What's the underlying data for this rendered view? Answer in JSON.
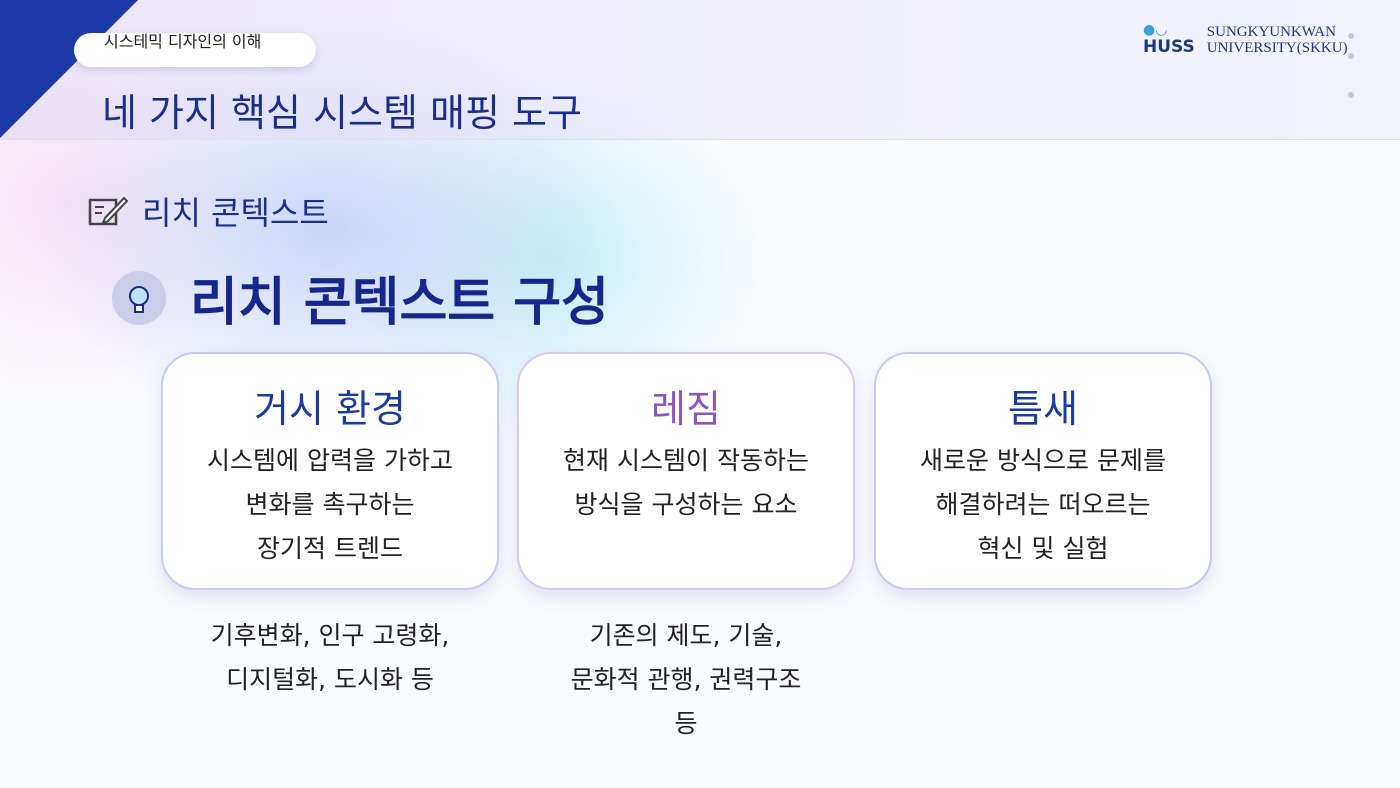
{
  "header": {
    "course": "시스테믹 디자인의 이해",
    "title": "네 가지 핵심 시스템 매핑 도구"
  },
  "logo": {
    "mark": "HUSS",
    "university_line1": "SUNGKYUNKWAN",
    "university_line2": "UNIVERSITY(SKKU)"
  },
  "section": {
    "label": "리치 콘텍스트"
  },
  "subtitle": "리치 콘텍스트 구성",
  "cards": [
    {
      "title": "거시 환경",
      "lines": [
        "시스템에 압력을 가하고",
        "변화를 촉구하는",
        "장기적 트렌드"
      ],
      "note": [
        "기후변화, 인구 고령화,",
        "디지털화, 도시화 등"
      ],
      "title_color": "#1a3aa8"
    },
    {
      "title": "레짐",
      "lines": [
        "현재 시스템이 작동하는",
        "방식을 구성하는 요소"
      ],
      "note": [
        "기존의 제도, 기술,",
        "문화적 관행, 권력구조",
        "등"
      ],
      "title_color": "#8a55c8"
    },
    {
      "title": "틈새",
      "lines": [
        "새로운 방식으로 문제를",
        "해결하려는 떠오르는",
        "혁신 및 실험"
      ],
      "title_color": "#1a3aa8"
    }
  ]
}
